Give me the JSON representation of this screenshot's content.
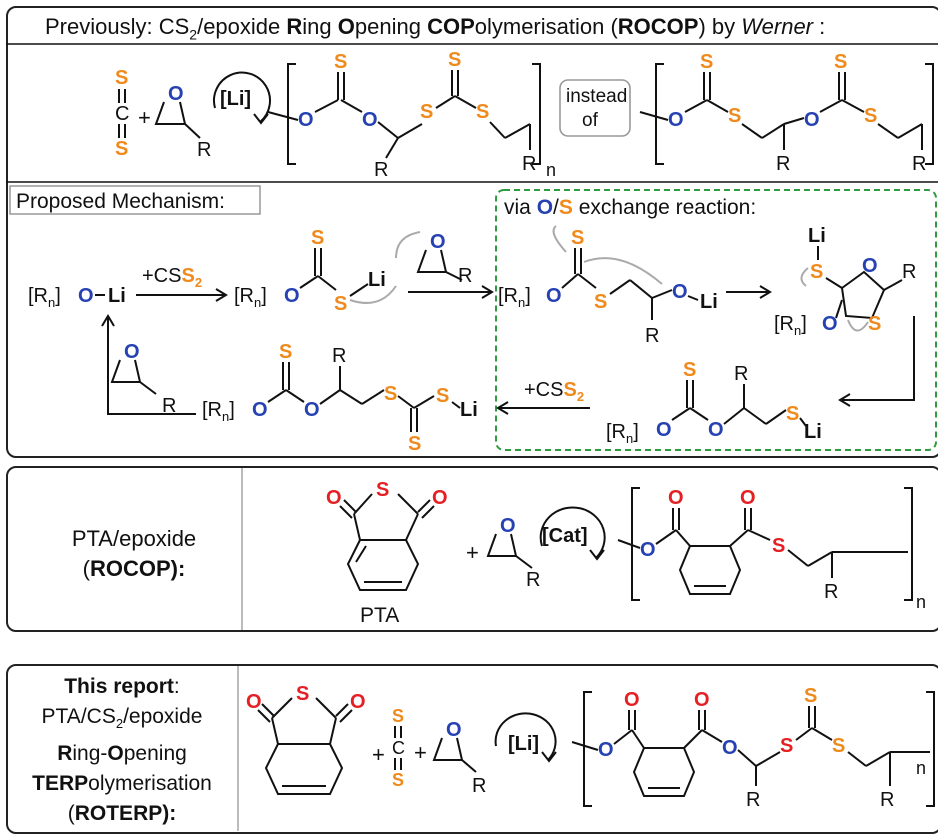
{
  "panel1": {
    "header_pre": "Previously: CS",
    "header_sub": "2",
    "header_mid": "/epoxide ",
    "header_r": "R",
    "header_ing": "ing ",
    "header_o": "O",
    "header_pening": "pening ",
    "header_cop": "COP",
    "header_olym": "olymerisation (",
    "header_rocop": "ROCOP",
    "header_by": ") by ",
    "header_werner": "Werner",
    "header_end": " :",
    "catalyst": "[Li]",
    "instead_of_1": "instead",
    "instead_of_2": "of",
    "mechanism_label": "Proposed Mechanism:",
    "exchange_pre": "via ",
    "exchange_o": "O",
    "exchange_slash": "/",
    "exchange_s": "S",
    "exchange_post": " exchange reaction:",
    "reagent_cs2": "+CS",
    "reagent_cs2_sub": "2"
  },
  "panel2": {
    "label_line1": "PTA/epoxide",
    "label_line2_pre": "(",
    "label_line2": "ROCOP",
    "label_line2_post": "):",
    "catalyst": "[Cat]",
    "monomer_name": "PTA"
  },
  "panel3": {
    "line1_bold": "This report",
    "line1_rest": ":",
    "line2": "PTA/CS",
    "line2_sub": "2",
    "line2_rest": "/epoxide",
    "line3_r": "R",
    "line3_rest": "ing-",
    "line3_o": "O",
    "line3_rest2": "pening",
    "line4_bold": "TERP",
    "line4_rest": "olymerisation",
    "line5_pre": "(",
    "line5_bold": "ROTERP",
    "line5_post": "):",
    "catalyst": "[Li]"
  },
  "atoms": {
    "S": "S",
    "O": "O",
    "C": "C",
    "R": "R",
    "Li": "Li",
    "n": "n",
    "Rn": "[R",
    "Rn_sub": "n",
    "Rn_close": "]",
    "plus": "+"
  },
  "colors": {
    "sulfur": "#f08a1c",
    "oxygen": "#2541b2",
    "red_atom": "#e42024",
    "exchange_box": "#2f9a3f",
    "frame": "#222222"
  }
}
